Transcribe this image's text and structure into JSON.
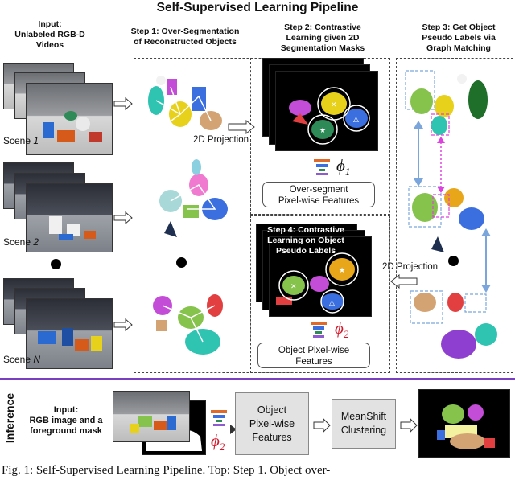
{
  "title": "Self-Supervised Learning Pipeline",
  "input_header": "Input:\nUnlabeled RGB-D Videos",
  "scenes": [
    {
      "prefix": "Scene ",
      "index": "1"
    },
    {
      "prefix": "Scene ",
      "index": "2"
    },
    {
      "prefix": "Scene ",
      "index": "N"
    }
  ],
  "step1": "Step 1: Over-Segmentation\nof Reconstructed Objects",
  "step2": "Step 2: Contrastive\nLearning given 2D\nSegmentation Masks",
  "step3": "Step 3: Get Object\nPseudo Labels via\nGraph Matching",
  "step4": "Step 4: Contrastive\nLearning on Object\nPseudo Labels",
  "projection_label_1": "2D Projection",
  "projection_label_2": "2D Projection",
  "phi1": {
    "symbol": "ϕ",
    "subscript": "1"
  },
  "phi2": {
    "symbol": "ϕ",
    "subscript": "2"
  },
  "phi2_inference": {
    "symbol": "ϕ",
    "subscript": "2"
  },
  "features_box_1": "Over-segment\nPixel-wise Features",
  "features_box_2": "Object Pixel-wise\nFeatures",
  "inference_label": "Inference",
  "inference_input": "Input:\nRGB image and a\nforeground mask",
  "inference_features": "Object\nPixel-wise\nFeatures",
  "inference_clustering": "MeanShift\nClustering",
  "caption": "Fig. 1: Self-Supervised Learning Pipeline. Top: Step 1. Object over-",
  "colors": {
    "purple_divider": "#7a3fbf",
    "phi2_red": "#d0182a",
    "arrow_blue": "#7aa6dc",
    "match_magenta": "#e040e0"
  }
}
